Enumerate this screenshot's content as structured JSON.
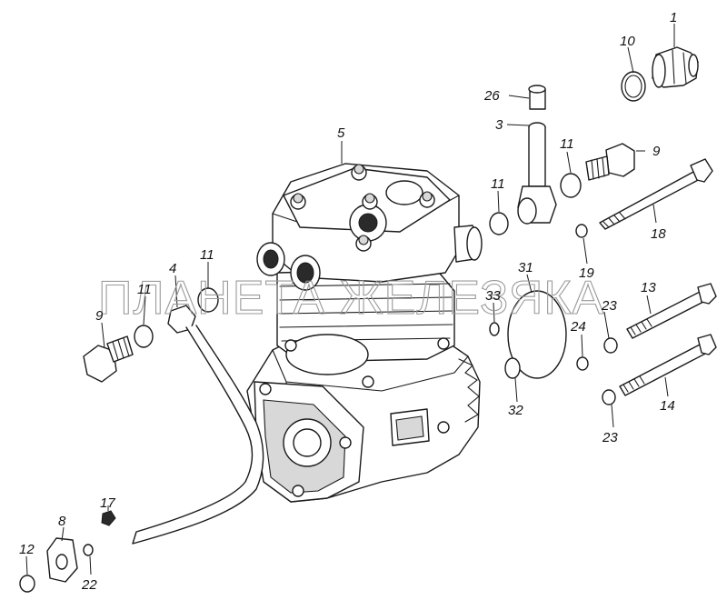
{
  "watermark": "ПЛАНЕТА ЖЕЛЕЗЯКА",
  "callouts": [
    "1",
    "10",
    "26",
    "3",
    "11",
    "9",
    "5",
    "11",
    "18",
    "19",
    "31",
    "33",
    "23",
    "13",
    "4",
    "11",
    "11",
    "9",
    "24",
    "32",
    "14",
    "23",
    "17",
    "8",
    "12",
    "22"
  ]
}
